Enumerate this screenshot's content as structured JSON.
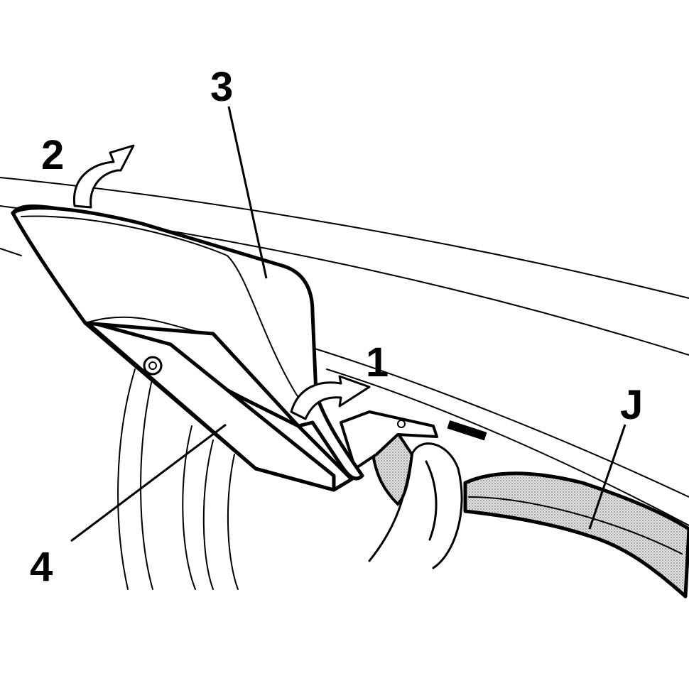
{
  "callouts": {
    "one": "1",
    "two": "2",
    "three": "3",
    "four": "4",
    "j": "J"
  },
  "colors": {
    "ink": "#000000",
    "paper": "#ffffff",
    "stipple": "#c8c8c8"
  }
}
